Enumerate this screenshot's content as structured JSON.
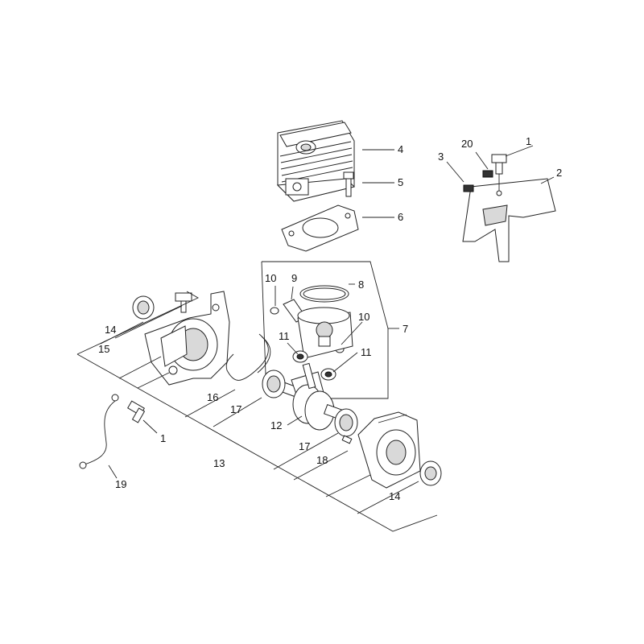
{
  "diagram": {
    "labels": {
      "c1": "1",
      "c1b": "1",
      "c2": "2",
      "c3": "3",
      "c4": "4",
      "c5": "5",
      "c6": "6",
      "c7": "7",
      "c8": "8",
      "c9": "9",
      "c10a": "10",
      "c10b": "10",
      "c11a": "11",
      "c11b": "11",
      "c12": "12",
      "c13": "13",
      "c14a": "14",
      "c14b": "14",
      "c15": "15",
      "c16": "16",
      "c17a": "17",
      "c17b": "17",
      "c18": "18",
      "c19": "19",
      "c20": "20"
    }
  }
}
